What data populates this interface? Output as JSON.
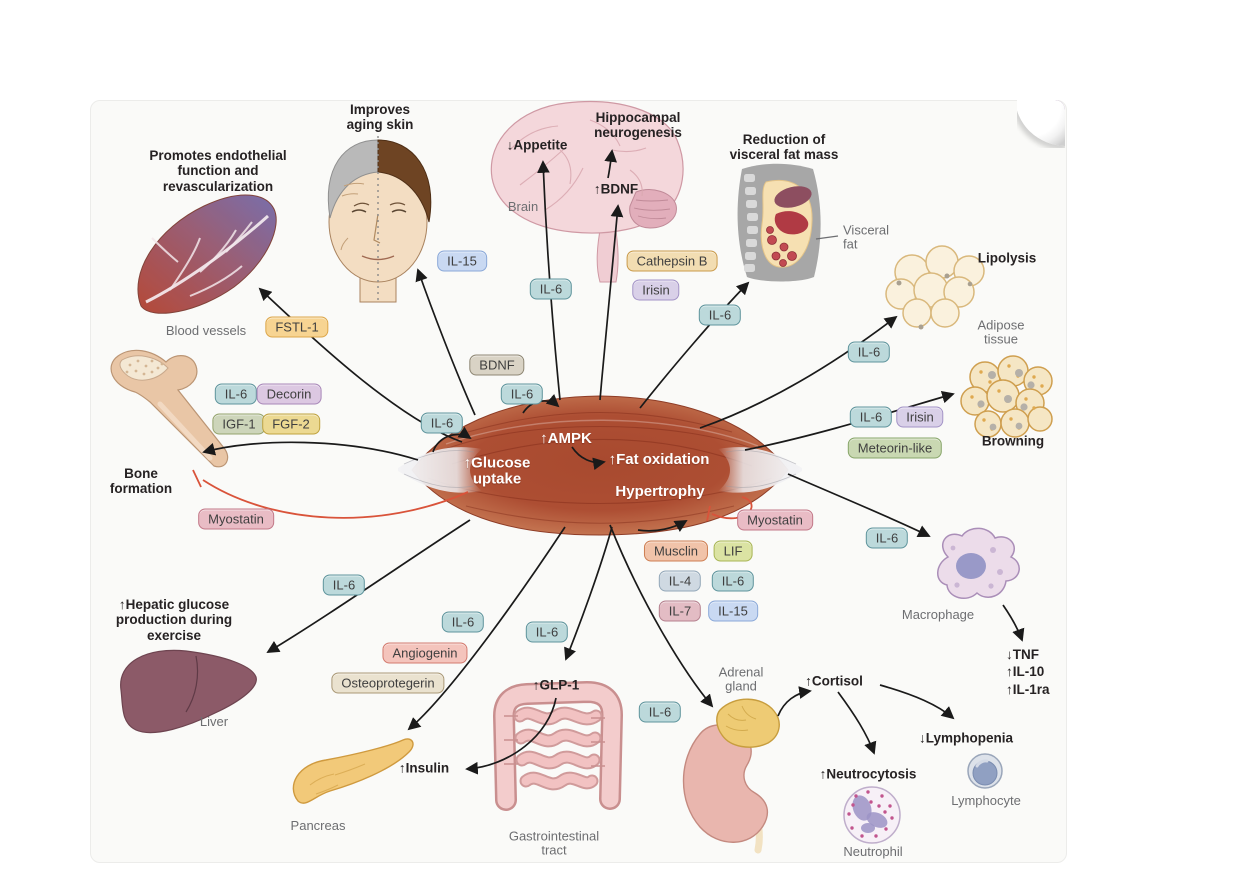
{
  "molecules": {
    "il6": "IL-6",
    "il15": "IL-15",
    "il4": "IL-4",
    "il7": "IL-7",
    "fstl1": "FSTL-1",
    "bdnf": "BDNF",
    "cathepsin_b": "Cathepsin B",
    "irisin": "Irisin",
    "decorin": "Decorin",
    "igf1": "IGF-1",
    "fgf2": "FGF-2",
    "myostatin": "Myostatin",
    "meteorin_like": "Meteorin-like",
    "musclin": "Musclin",
    "lif": "LIF",
    "angiogenin": "Angiogenin",
    "osteoprotegerin": "Osteoprotegerin"
  },
  "headings": {
    "endothelial": "Promotes endothelial\nfunction and\nrevascularization",
    "aging_skin": "Improves\naging skin",
    "appetite": "↓Appetite",
    "hippocampal": "Hippocampal\nneurogenesis",
    "bdnf_up": "↑BDNF",
    "visceral_reduction": "Reduction of\nvisceral fat mass",
    "lipolysis": "Lipolysis",
    "browning": "Browning",
    "bone_formation": "Bone\nformation",
    "hepatic": "↑Hepatic glucose\nproduction during\nexercise",
    "insulin": "↑Insulin",
    "glp1": "↑GLP-1",
    "cortisol": "↑Cortisol",
    "neutrocytosis": "↑Neutrocytosis",
    "lymphopenia": "↓Lymphopenia",
    "tnf": "↓TNF",
    "il10_up": "↑IL-10",
    "il1ra_up": "↑IL-1ra"
  },
  "captions": {
    "blood_vessels": "Blood vessels",
    "brain": "Brain",
    "visceral_fat": "Visceral\nfat",
    "adipose_tissue": "Adipose\ntissue",
    "macrophage": "Macrophage",
    "liver": "Liver",
    "pancreas": "Pancreas",
    "gi_tract": "Gastrointestinal\ntract",
    "adrenal_gland": "Adrenal\ngland",
    "neutrophil": "Neutrophil",
    "lymphocyte": "Lymphocyte"
  },
  "muscle": {
    "glucose": "↑Glucose\nuptake",
    "ampk": "↑AMPK",
    "fat_oxidation": "↑Fat oxidation",
    "hypertrophy": "Hypertrophy"
  },
  "colors": {
    "panel_bg": "#fafaf8",
    "arrow": "#1a1a1a",
    "inhibition": "#d9533a",
    "muscle_core": "#a94c31",
    "muscle_edge": "#cf8a66",
    "heading_text": "#262223",
    "caption_text": "#6d6e71",
    "pills": {
      "il6": {
        "bg": "#bcd9db",
        "border": "#5e949c"
      },
      "il15": {
        "bg": "#c9d9f2",
        "border": "#8aa8d8"
      },
      "il4": {
        "bg": "#cfd9e2",
        "border": "#93a7b8"
      },
      "il7": {
        "bg": "#e3bcc4",
        "border": "#b4808e"
      },
      "fstl1": {
        "bg": "#f7d492",
        "border": "#dca64a"
      },
      "bdnf": {
        "bg": "#d9d3c5",
        "border": "#8d8673"
      },
      "cathepsin_b": {
        "bg": "#f2ddb2",
        "border": "#c99a4a"
      },
      "irisin": {
        "bg": "#d9d0e8",
        "border": "#a393c6"
      },
      "decorin": {
        "bg": "#dcc8e2",
        "border": "#a887b8"
      },
      "igf1": {
        "bg": "#cdd5ba",
        "border": "#94a36c"
      },
      "fgf2": {
        "bg": "#ecd992",
        "border": "#bfa23e"
      },
      "myostatin": {
        "bg": "#e9bcc5",
        "border": "#c27888"
      },
      "meteorin_like": {
        "bg": "#c9d8b2",
        "border": "#87a569"
      },
      "musclin": {
        "bg": "#f1c3a9",
        "border": "#cd7e52"
      },
      "lif": {
        "bg": "#dbe3a3",
        "border": "#a8b554"
      },
      "angiogenin": {
        "bg": "#f4c4bc",
        "border": "#d37a6e"
      },
      "osteoprotegerin": {
        "bg": "#eae2cf",
        "border": "#a99876"
      }
    }
  }
}
